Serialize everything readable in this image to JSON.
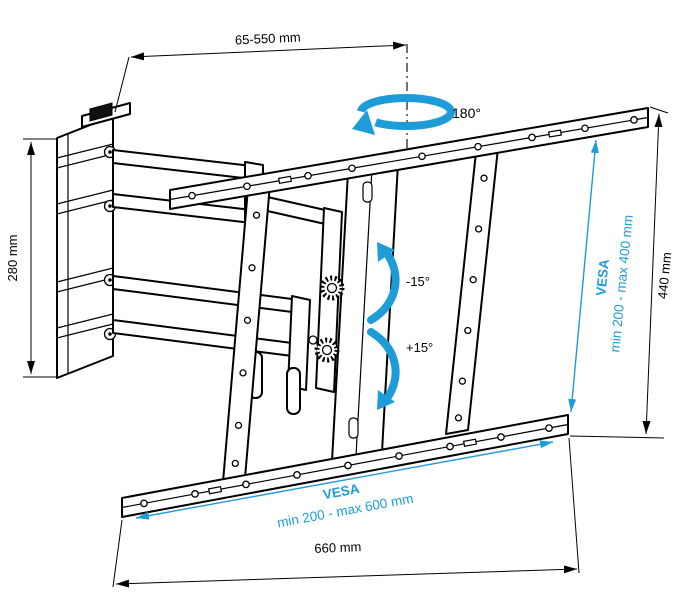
{
  "diagram": {
    "type": "technical-dimension-diagram",
    "subject": "articulating TV wall mount bracket",
    "colors": {
      "line": "#000000",
      "accent": "#1e9cd7",
      "background": "#ffffff"
    },
    "labels": {
      "arm_extension": "65-550 mm",
      "swivel_angle": "180°",
      "wall_plate_height": "280 mm",
      "tilt_up": "-15°",
      "tilt_down": "+15°",
      "vesa_vertical_title": "VESA",
      "vesa_vertical_range": "min 200 - max 400 mm",
      "bracket_height": "440 mm",
      "vesa_horizontal_title": "VESA",
      "vesa_horizontal_range": "min 200 - max 600 mm",
      "bracket_width": "660 mm"
    }
  }
}
